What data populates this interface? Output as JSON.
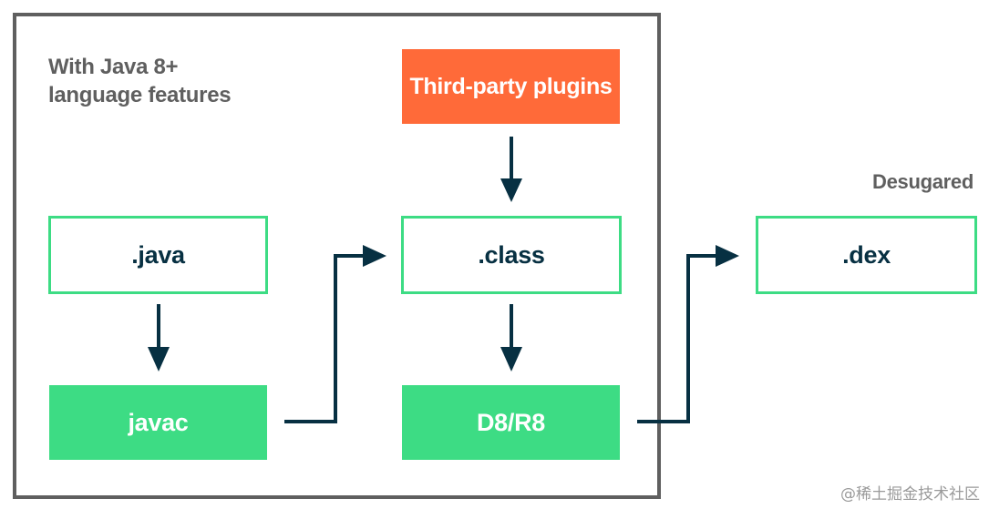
{
  "heading": {
    "line1": "With Java 8+",
    "line2": "language features"
  },
  "nodes": {
    "third_party": "Third-party plugins",
    "java": ".java",
    "class": ".class",
    "javac": "javac",
    "d8r8": "D8/R8",
    "dex": ".dex"
  },
  "desugared_label": "Desugared",
  "watermark": "@稀土掘金技术社区",
  "colors": {
    "frame": "#5f5f5f",
    "green": "#3ddc84",
    "orange": "#ff6a39",
    "dark_navy": "#073042"
  }
}
